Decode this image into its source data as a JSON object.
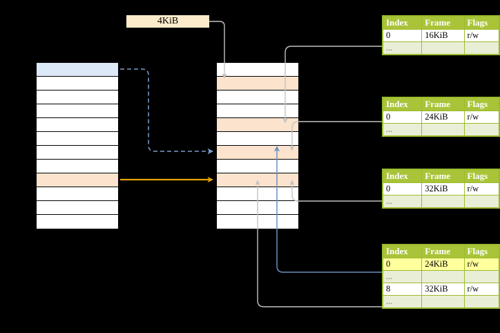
{
  "diagram": {
    "title_chip": {
      "label": "4KiB"
    },
    "colors": {
      "header_green": "#a9c438",
      "alt_row": "#e9eed6",
      "highlight_yellow": "#ffff9e",
      "peach_row": "#fce3cd",
      "blue_row": "#dce9f8",
      "orange_arrow": "#e8a400",
      "blue_arrow": "#6b8fc4",
      "gray_arrow": "#c8c8c8",
      "background": "#000000"
    },
    "left_column": {
      "name": "virtual-address-space",
      "row_count": 12,
      "rows": [
        {
          "fill": "blue"
        },
        {
          "fill": "white"
        },
        {
          "fill": "white"
        },
        {
          "fill": "white"
        },
        {
          "fill": "white"
        },
        {
          "fill": "white"
        },
        {
          "fill": "white"
        },
        {
          "fill": "white"
        },
        {
          "fill": "peach"
        },
        {
          "fill": "white"
        },
        {
          "fill": "white"
        },
        {
          "fill": "white"
        }
      ]
    },
    "middle_column": {
      "name": "physical-memory",
      "row_count": 12,
      "rows": [
        {
          "fill": "white"
        },
        {
          "fill": "peach"
        },
        {
          "fill": "white"
        },
        {
          "fill": "white"
        },
        {
          "fill": "peach"
        },
        {
          "fill": "white"
        },
        {
          "fill": "peach"
        },
        {
          "fill": "white"
        },
        {
          "fill": "peach"
        },
        {
          "fill": "white"
        },
        {
          "fill": "white"
        },
        {
          "fill": "white"
        }
      ]
    },
    "page_tables": [
      {
        "name": "page-table-level-1",
        "headers": [
          "Index",
          "Frame",
          "Flags"
        ],
        "rows": [
          {
            "cells": [
              "0",
              "16KiB",
              "r/w"
            ],
            "alt": false,
            "highlight": false
          },
          {
            "cells": [
              "...",
              "",
              ""
            ],
            "alt": true,
            "highlight": false
          }
        ]
      },
      {
        "name": "page-table-level-2",
        "headers": [
          "Index",
          "Frame",
          "Flags"
        ],
        "rows": [
          {
            "cells": [
              "0",
              "24KiB",
              "r/w"
            ],
            "alt": false,
            "highlight": false
          },
          {
            "cells": [
              "...",
              "",
              ""
            ],
            "alt": true,
            "highlight": false
          }
        ]
      },
      {
        "name": "page-table-level-3",
        "headers": [
          "Index",
          "Frame",
          "Flags"
        ],
        "rows": [
          {
            "cells": [
              "0",
              "32KiB",
              "r/w"
            ],
            "alt": false,
            "highlight": false
          },
          {
            "cells": [
              "...",
              "",
              ""
            ],
            "alt": true,
            "highlight": false
          }
        ]
      },
      {
        "name": "page-table-level-4",
        "headers": [
          "Index",
          "Frame",
          "Flags"
        ],
        "rows": [
          {
            "cells": [
              "0",
              "24KiB",
              "r/w"
            ],
            "alt": false,
            "highlight": true
          },
          {
            "cells": [
              "...",
              "",
              ""
            ],
            "alt": true,
            "highlight": false
          },
          {
            "cells": [
              "8",
              "32KiB",
              "r/w"
            ],
            "alt": false,
            "highlight": false
          },
          {
            "cells": [
              "...",
              "",
              ""
            ],
            "alt": true,
            "highlight": false
          }
        ]
      }
    ]
  }
}
